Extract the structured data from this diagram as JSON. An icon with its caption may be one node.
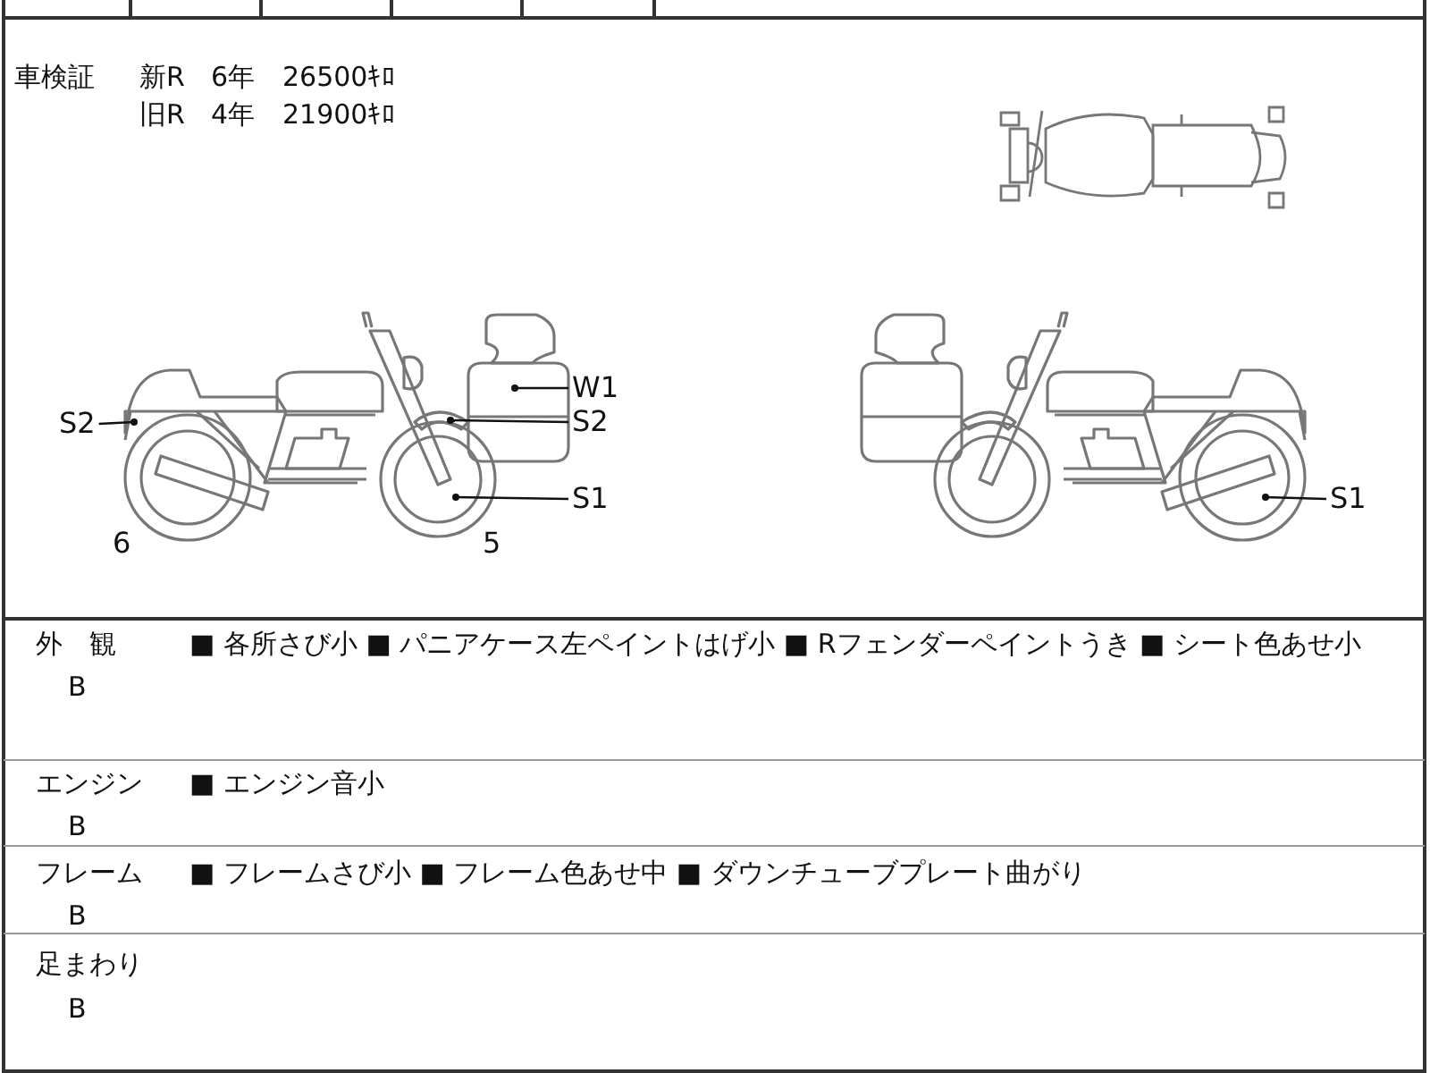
{
  "diagram": {
    "nodes": [
      {
        "text": [
          "S2"
        ]
      },
      {
        "text": [
          "W1"
        ]
      },
      {
        "text": [
          "S2"
        ]
      },
      {
        "text": [
          "S1"
        ]
      },
      {
        "text": [
          "S1"
        ]
      }
    ],
    "edges": [
      {
        "from": 0,
        "to": null,
        "arrow": "other"
      },
      {
        "from": 1,
        "to": null,
        "arrow": "other"
      },
      {
        "from": 2,
        "to": null,
        "arrow": "other"
      },
      {
        "from": 3,
        "to": null,
        "arrow": "other"
      },
      {
        "from": 4,
        "to": null,
        "arrow": "other"
      }
    ],
    "labels": [
      "車検証",
      "新R",
      "6年",
      "26500ｷﾛ",
      "旧R",
      "4年",
      "21900ｷﾛ",
      "6",
      "5",
      "外　観",
      "B",
      "■ 各所さび小 ■ パニアケース左ペイントはげ小 ■ Rフェンダーペイントうき ■ シート色あせ小",
      "エンジン",
      "B",
      "■ エンジン音小",
      "フレーム",
      "B",
      "■ フレームさび小 ■ フレーム色あせ中 ■ ダウンチューブプレート曲がり",
      "足まわり",
      "B"
    ]
  }
}
